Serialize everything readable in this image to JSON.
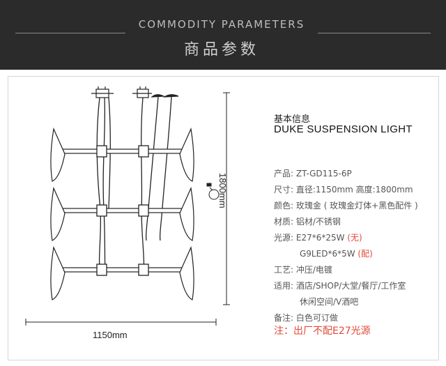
{
  "header": {
    "title_en": "COMMODITY PARAMETERS",
    "title_cn": "商品参数"
  },
  "dimensions": {
    "width": "1150mm",
    "height": "1800mm"
  },
  "info": {
    "title_cn": "基本信息",
    "title_en": "DUKE SUSPENSION LIGHT",
    "specs": [
      {
        "label": "产品:",
        "value": "ZT-GD115-6P"
      },
      {
        "label": "尺寸:",
        "value": "直径:1150mm 高度:1800mm"
      },
      {
        "label": "颜色:",
        "value": "玫瑰金 ( 玫瑰金灯体+黑色配件 )"
      },
      {
        "label": "材质:",
        "value": "铝材/不锈钢"
      },
      {
        "label": "光源:",
        "value": "E27*6*25W",
        "suffix": "(无)"
      },
      {
        "label": "",
        "value": "G9LED*6*5W",
        "suffix": "(配)"
      },
      {
        "label": "工艺:",
        "value": "冲压/电镀"
      },
      {
        "label": "适用:",
        "value": "酒店/SHOP/大堂/餐厅/工作室"
      },
      {
        "label": "",
        "value": "休闲空间/V酒吧"
      },
      {
        "label": "备注:",
        "value": "白色可订做"
      }
    ],
    "note": "注：出厂不配E27光源"
  }
}
